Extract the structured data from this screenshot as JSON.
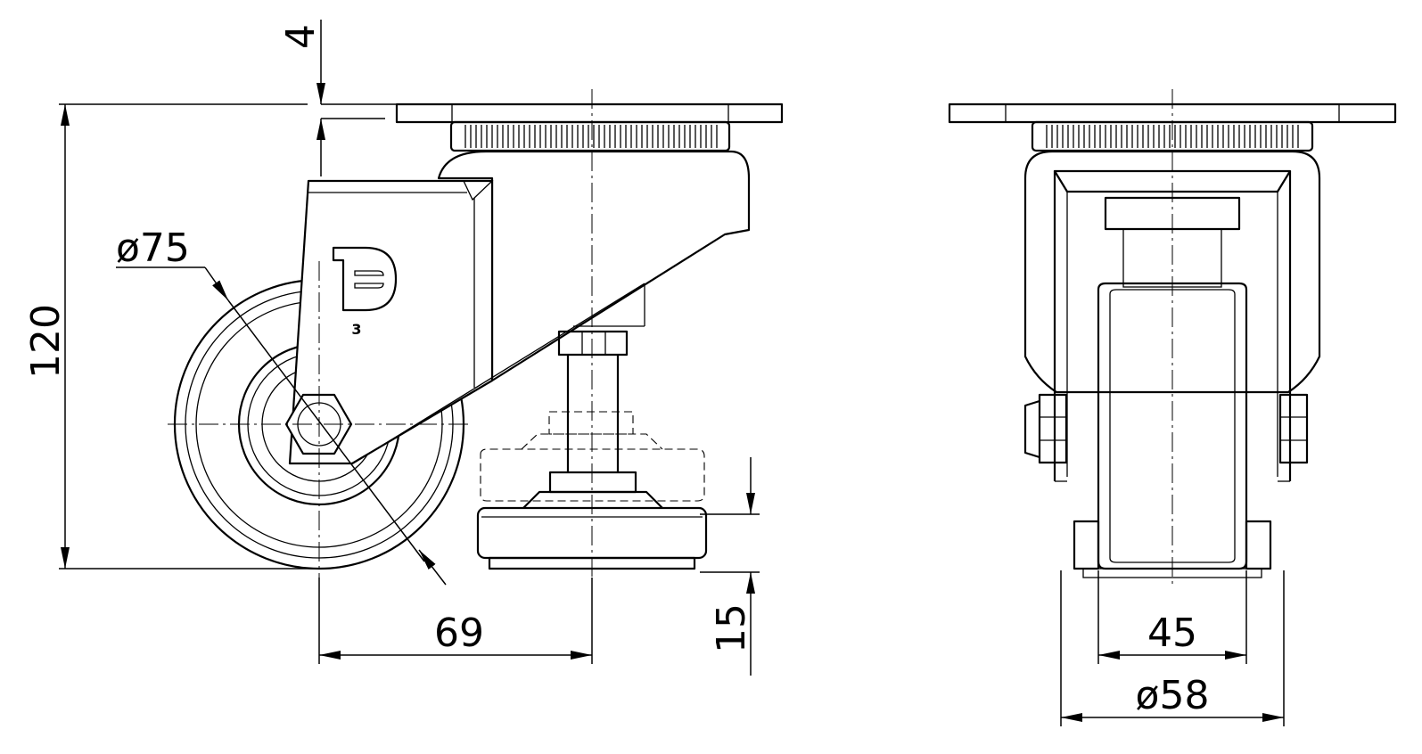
{
  "dimensions": {
    "height_total": "120",
    "plate_thickness": "4",
    "wheel_diameter": "ø75",
    "offset": "69",
    "pad_height": "15",
    "tread_width": "45",
    "hub_diameter": "ø58"
  },
  "brand": {
    "marking": "3"
  }
}
